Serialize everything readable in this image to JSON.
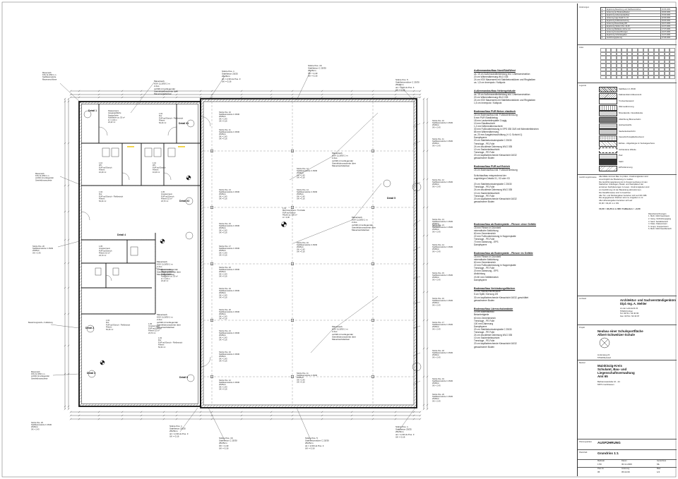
{
  "rooms": {
    "r1": [
      "Mauerwerk",
      "KSV 11,5/50 1 m",
      "2 Ans",
      "verfüllt mit anliegender",
      "Steinfeldmanschette über",
      "Mauerwerkslanken"
    ],
    "r2": [
      "Stütze Pos. 1",
      "Stahlbeton 25/25",
      "25/25cm",
      "üö = 2,30 Hs Pos. 3",
      "UK = 0,16"
    ],
    "r3": [
      "Stütze Pos. 16",
      "Stahlbeton C 25/30",
      "25/25cm",
      "ÜK = 2,43",
      "UK = 0,16"
    ],
    "r4": [
      "Stütze Pos. 5",
      "Stahlbetonstütze C 25/30",
      "25/25cm",
      "üö = 2,00 Hs Pos. 4",
      "UK = 0,16"
    ],
    "kl1": [
      "Klassenraum",
      "Ausgangsfläche",
      "Noppenbahn",
      "Nutzfläche ca. 53 m²",
      "H = 2,43 m",
      "22,42 m²"
    ],
    "wc": [
      "1.10",
      "WC",
      "PUR auf Estrich",
      "Fliesen",
      "10,40 m²"
    ],
    "flur": [
      "1.02",
      "Flur",
      "PUR auf Estrich - Fließestrich",
      "Fliesen",
      "52,44 m²"
    ],
    "main": [
      "1.01",
      "Mehrzweckraum / Turnhalle",
      "PUR auf Estrich",
      "Fläche ca. 336 m²",
      "H = 4,00"
    ],
    "snack": [
      "1.05",
      "Gruppenraum",
      "PUR auf Estrich",
      "Fliesen 15 m²",
      "23,73 m²"
    ]
  },
  "details": {
    "d1": "Detail 1",
    "d2": "Detail 2",
    "d3": "Detail 3",
    "dx": "Detail X1",
    "dx2": "Detail X2",
    "d4": "Detail 4",
    "d5": "Detail 5",
    "d6": "Detail 6"
  },
  "axis_labels": [
    "Stütze Pos. 10",
    "Stütze Pos. 11",
    "Stütze Pos. 12",
    "Stütze Pos. 13",
    "Stütze Pos. 14",
    "Stütze Pos. 15",
    "Stütze Pos. 16",
    "Stütze Pos. 17",
    "Stütze Pos. 18",
    "Stütze Pos. 19",
    "Stütze Pos. 20",
    "Stütze Pos. 21"
  ],
  "left_notes": [
    "Mauerwerk",
    "KSV 11,5/50 1 m",
    "Mauerwerk",
    "Stütze Pos. 20",
    "Bewehrungsstoß + Fußleitung",
    "Mauerwerk",
    "Stütze Pos. 25"
  ],
  "spec": [
    {
      "title": "Außenwandaufbau Nord/Süd/West",
      "lines": [
        "ca. 15 cm Außenwandbekleidung inkl. Unterkonstruktion",
        "20 cm Wärmedämmung WLG 035",
        "24 cm KSV Mauerwerk mit Stahlbetonstützen und Ringbalken",
        "ca. 1,5 cm Innenputz / Kalkputz"
      ]
    },
    {
      "title": "Außenwandaufbau Nebengebäude",
      "lines": [
        "ca. 15 cm Außenwandbekleidung inkl. Unterkonstruktion",
        "20 cm Wärmedämmung WLG 035",
        "24 cm KSV Mauerwerk mit Stahlbetonstützen und Ringbalken",
        "1,5 cm Innenputz / Kalkputz"
      ]
    },
    {
      "title": "Bodenaufbau PUR Beton elastisch",
      "lines": [
        "15 cm Bodenaufbau inkl. Fußbodenheizung",
        "5 mm PUR Elastikbelag",
        "18 mm Lastverteilerplatte 2-lagig",
        "10 mm Elastikschicht",
        "1,2 mm Wärmedämmschicht",
        "30 mm Fußbodenheizung in EPS 035 30/3 mit Wärmeleitblechen",
        "85 mm Wärmedämmung",
        "ca. 20 mm Ausgleichsschüttung (+/-0, Schicht 1)",
        "Dampfsperre",
        "20 cm Stahlbetonbodenplatte C 25/30",
        "Trennlage - PE-Folie",
        "24 cm druckfeste Dämmung WLG 035",
        "10 cm Sauberkeitsschicht",
        "Trennlage - PE Folie",
        "20 cm kapillarbrechende Kiesschicht 16/32",
        "gewachsener Boden"
      ]
    },
    {
      "title": "Bodenaufbau PUR auf Estrich",
      "lines": [
        "15 cm Bodenaufbau inkl. Fußbodenheizung",
        "",
        "Schichtaufbau entsprechend der",
        "zugehörigen Details X1, X2 oder X3",
        "",
        "20 cm Stahlbetonbodenplatte C 25/30",
        "Trennlage - PE-Folie",
        "24 cm druckfeste Dämmung WLG 035",
        "10 cm Sauberkeitsschicht",
        "Trennlage - PE Folie",
        "20 cm kapillarbrechende Kiesschicht 16/32",
        "gewachsener Boden"
      ]
    },
    {
      "title": "Bodenaufbau ab Bodenplatte - Fliesen ohne Gefälle",
      "lines": [
        "15 mm Fliesen in Dünnbett",
        "mineralische Abdichtung",
        "60 mm Zementestrich",
        "22 mm Fußbodenheizung in Noppenplatte",
        "Trennlage - PE-Folie",
        "70 mm Dämmung - EPS",
        "Dampfsperre"
      ]
    },
    {
      "title": "Bodenaufbau ab Bodenplatte - Fliesen im Gefälle",
      "lines": [
        "15 mm Fliesen in Dünnbett",
        "mineralische Abdichtung",
        "60 mm Zementestrich",
        "22 mm Fußbodenheizung in Noppenplatte",
        "Trennlage - PE Folie",
        "20 mm Dämmung - EPS",
        "Abdichtung",
        "20-50 mm Gefälleestrich",
        "Dampfsperre"
      ]
    },
    {
      "title": "Bodenaufbau Verbindungsflächen",
      "lines": [
        "10 cm Hackschnitzelfläche",
        "5 cm Splitt, Körnung 2/5",
        "30 cm kapillarbrechende Kiesschicht 16/32, geschüttet",
        "gewachsener Boden"
      ]
    },
    {
      "title": "Bodenaufbau Lärmschutzwände",
      "lines": [
        "10 cm Bodenaufbau",
        "Betonfertigteile",
        "60 mm Zementestrich",
        "Trennlage - PE Folie",
        "100 mm Dämmung",
        "Dampfsperre",
        "20 cm Stahlbetonbodenplatte C 25/30",
        "Trennlage - PE Folie",
        "24 cm druckfeste Dämmung WLG 035",
        "10 cm Sauberkeitsschicht",
        "Trennlage - PE-Folie",
        "20 cm kapillarbrechende Kiesschicht 16/32",
        "gewachsener Boden"
      ]
    }
  ],
  "titleblock": {
    "cap_revisions": "Änderungen",
    "revisions": [
      [
        "a",
        "Ergänzung Bewehrung und Stahlbetonstützen",
        "20.05.2009"
      ],
      [
        "b",
        "Änderung der Bodenaufbauten",
        "03.06.2009"
      ],
      [
        "c",
        "Ergänzung Außenwandaufbau",
        "15.06.2009"
      ],
      [
        "d",
        "Änderung Lage Detail X1, X2",
        "22.06.2009"
      ],
      [
        "e",
        "Ergänzung Fußbodenheizung",
        "29.06.2009"
      ],
      [
        "f",
        "Änderung Fliesenbelag WC",
        "03.07.2009"
      ],
      [
        "g",
        "Ergänzung Stützen Pos. 20-25",
        "10.07.2009"
      ],
      [
        "h",
        "Änderung Maßketten Achse A-F",
        "17.07.2009"
      ],
      [
        "i",
        "Änderung Fensteröffnungen",
        "24.07.2009"
      ],
      [
        "j",
        "Ergänzung Schnittangaben",
        "31.07.2009"
      ],
      [
        "k",
        "Ausführungsplanung",
        "07.08.2009"
      ]
    ],
    "cap_index": "Index",
    "cap_legend": "Legende",
    "legend": [
      "Stahlbeton C 25/30",
      "Kalksandstein-Mauerwerk",
      "Trockenbauwand",
      "Wärmedämmung",
      "Mineralwolle / Akustikdecke",
      "Abdichtung Bitumenbahn",
      "Holzwerkstoffe",
      "Sauberkeitsschicht",
      "Kiesschicht kapillarbrechend",
      "Einbau - Abgehängte im Sockelgeschoss",
      "Vorhandene Wände",
      "Putz",
      "Stahl",
      "EPS-Dämmung"
    ],
    "cap_notes": "Ausführungshinweise",
    "notes": [
      "Alle Maße sind am Bau zu prüfen. Unstimmigkeiten sind",
      "unverzüglich der Bauleitung zu melden.",
      "Die Ausführungsplanung ist im Zusammenhang mit den",
      "Statischen Unterlagen, Detail- und Werkplänen der",
      "einzelnen Fachplanungen zu lesen. Unstimmigkeiten sind",
      "vor Ausführung mit der Bauleitung abzustimmen.",
      "Die Detailhinweise sind zu beachten.",
      "Alle Tür- und Stützangaben beziehen sich auf OK FFB.",
      "Die angegebenen Flächen sind ca.-Angaben in m².",
      "Alle Höhenangaben beziehen sich auf",
      "±0,00 = 94,20 m ü. NN"
    ],
    "notes_bold": "±0,00 = 94,20 m ü. NN / Fußboden = +0,00",
    "room_list": [
      "Raumbezeichnungen",
      "1. Mehr. Mehrzweckraum",
      "2. Gang. Verbindungsgang",
      "3. Sanit. Sanitärbereich",
      "4. Klass. Klassenraum",
      "5. Grupp. Gruppenraum",
      "6. Mehr. Mehrzweckbereich"
    ],
    "cap_architect": "Architekt",
    "architect_name": "Architektur- und Sachverständigenbüro",
    "architect_sub": "Dipl.-Ing. A. Mehler",
    "architect_addr": [
      "An der Lehmkuhl 23",
      "57629 Kirchen",
      "Tel: 02741 / 93 40 96",
      "Fax: 02741 / 93 40 97"
    ],
    "cap_project": "Projekt",
    "project_name": "Neubau einer Schulsportfläche",
    "project_sub": "Albert-Schweitzer-Schule",
    "project_addr": [
      "Lindenweg 21",
      "57518 Betzdorf"
    ],
    "cap_client": "Bauherr",
    "client_name": "Mainkinzig-Kreis",
    "client_sub": "Schulamt, Bau- und",
    "client_sub2": "Liegenschaftsverwaltung",
    "client_sub3": "Amt 65",
    "client_addr": [
      "Barbarossastraße 16 - 24",
      "63571 Gelnhausen"
    ],
    "cap_phase": "Planungsphase",
    "phase": "AUSFÜHRUNG",
    "cap_plan": "Planinhalt",
    "plan": "Grundriss 1:1",
    "cap_scale": "Maßstab",
    "scale": "1:50",
    "cap_date": "Datum",
    "date": "30.11.2009",
    "cap_drawn": "Gezeichnet",
    "drawn": "ML",
    "cap_planno": "Plan-Nr.",
    "planno": "05",
    "cap_rev": "Änderung",
    "rev": "05.02.09",
    "cap_sheet": "Blatt",
    "sheet": "1/4"
  }
}
